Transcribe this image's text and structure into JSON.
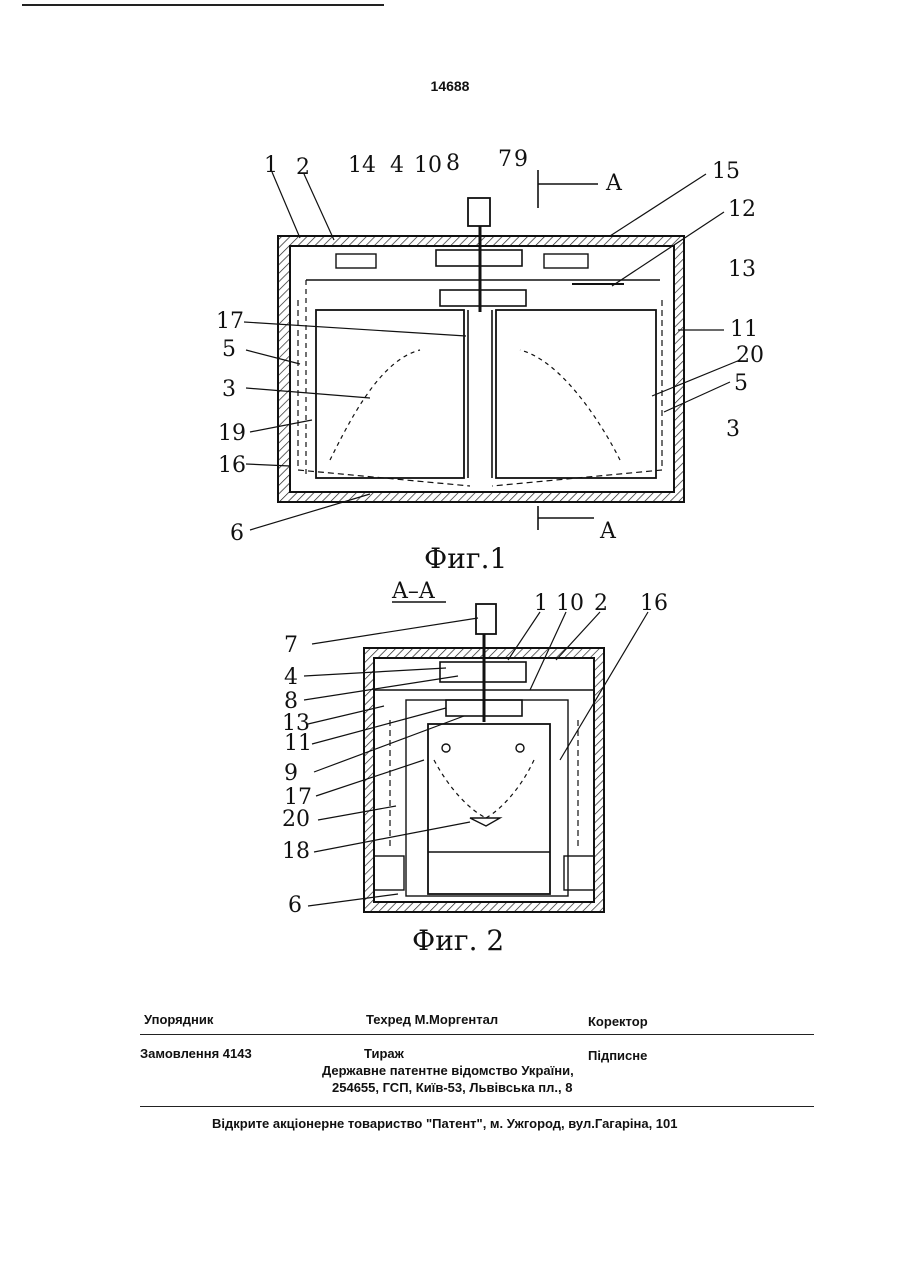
{
  "page_number": "14688",
  "figure1": {
    "caption": "Фиг.1",
    "section_mark": "A",
    "labels": [
      "1",
      "2",
      "14",
      "4",
      "10",
      "8",
      "7",
      "9",
      "15",
      "12",
      "13",
      "11",
      "20",
      "5",
      "3",
      "17",
      "5",
      "3",
      "19",
      "16",
      "6"
    ]
  },
  "figure2": {
    "caption": "Фиг. 2",
    "section_title": "A–A",
    "labels": [
      "7",
      "1",
      "10",
      "2",
      "16",
      "4",
      "8",
      "13",
      "11",
      "9",
      "17",
      "20",
      "18",
      "6"
    ]
  },
  "footer": {
    "compiler_label": "Упорядник",
    "techred": "Техред М.Моргентал",
    "corrector_label": "Коректор",
    "order": "Замовлення  4143",
    "circulation_label": "Тираж",
    "subscription": "Підписне",
    "agency": "Державне  патентне  відомство  України,",
    "address": "254655, ГСП, Київ-53, Львівська пл., 8",
    "publisher": "Відкрите акціонерне товариство \"Патент\", м. Ужгород, вул.Гагаріна, 101"
  }
}
